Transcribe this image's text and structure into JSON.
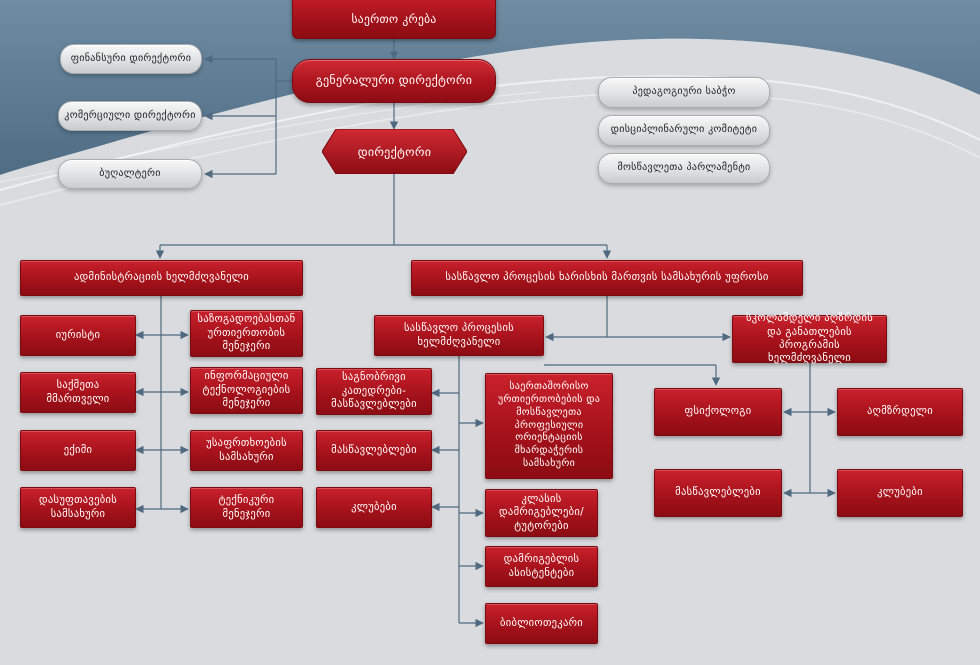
{
  "diagram": {
    "general_assembly": "საერთო კრება",
    "general_director": "გენერალური დირექტორი",
    "director": "დირექტორი",
    "left_pills": {
      "finance": "ფინანსური დირექტორი",
      "commercial": "კომერციული დირექტორი",
      "accountant": "ბუღალტერი"
    },
    "right_pills": {
      "pedagogical_council": "პედაგოგიური საბჭო",
      "disciplinary_committee": "დისციპლინარული კომიტეტი",
      "student_parliament": "მოსწავლეთა პარლამენტი"
    },
    "admin_head": "ადმინისტრაციის ხელმძღვანელი",
    "quality_head": "სასწავლო პროცესის ხარისხის მართვის სამსახურის უფროსი",
    "admin_units": {
      "lawyer": "იურისტი",
      "property_manager": "საქმეთა მმართველი",
      "doctor": "ექიმი",
      "cleaning": "დასუფთავების სამსახური",
      "pr_manager": "საზოგადოებასთან ურთიერთობის მენეჯერი",
      "it_manager": "ინფორმაციული ტექნოლოგიების მენეჯერი",
      "security": "უსაფრთხოების სამსახური",
      "technical_manager": "ტექნიკური მენეჯერი"
    },
    "learning_head": "სასწავლო პროცესის ხელმძღვანელი",
    "learning_units": {
      "subject_departments": "საგნობრივი კათედრები- მასწავლებლები",
      "teachers": "მასწავლებლები",
      "clubs": "კლუბები",
      "relations": "საერთაშორისო ურთიერთობების და მოსწავლეთა პროფესიული ორიენტაციის მხარდაჭერის სამსახური",
      "class_tutors": "კლასის დამრიგებლები/ ტუტორები",
      "tutor_assistants": "დამრიგებლის ასისტენტები",
      "librarian": "ბიბლიოთეკარი"
    },
    "extracurricular_head": "სკოლამდელი აღზრდის და განათლების პროგრამის ხელმძღვანელი",
    "extracurricular_units": {
      "psychologist": "ფსიქოლოგი",
      "caregiver": "აღმზრდელი",
      "teachers": "მასწავლებლები",
      "clubs": "კლუბები"
    }
  },
  "colors": {
    "box_red": "#a6121b",
    "connector": "#4f6a80",
    "banner_dark": "#5a7a93"
  }
}
